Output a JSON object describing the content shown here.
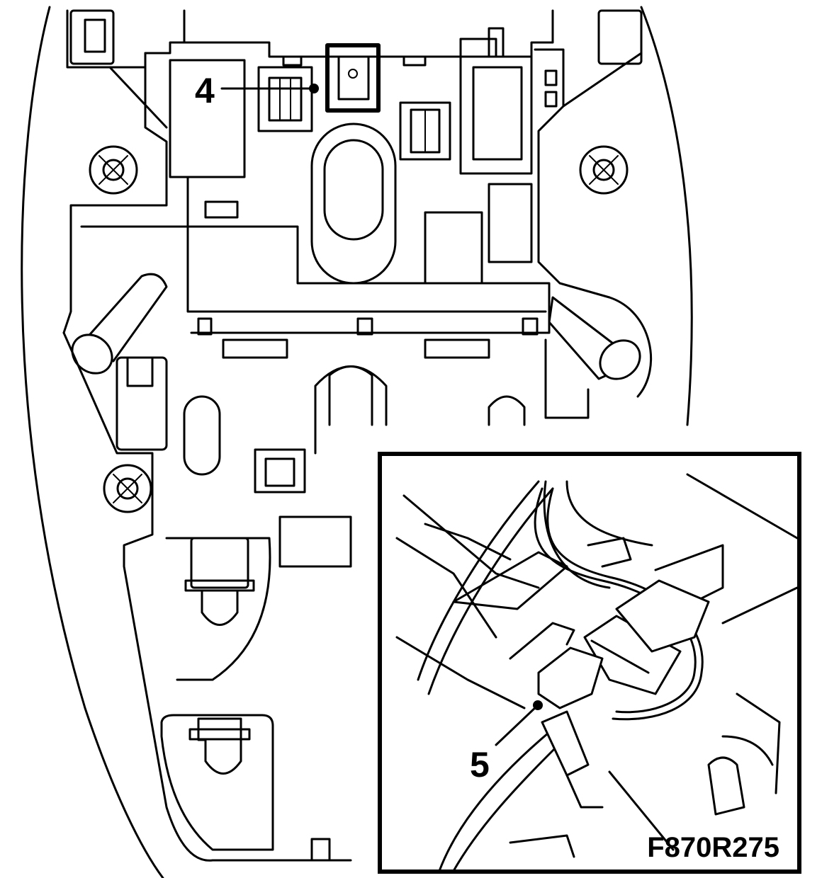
{
  "callouts": {
    "label_4": "4",
    "label_5": "5"
  },
  "figure_reference": "F870R275"
}
